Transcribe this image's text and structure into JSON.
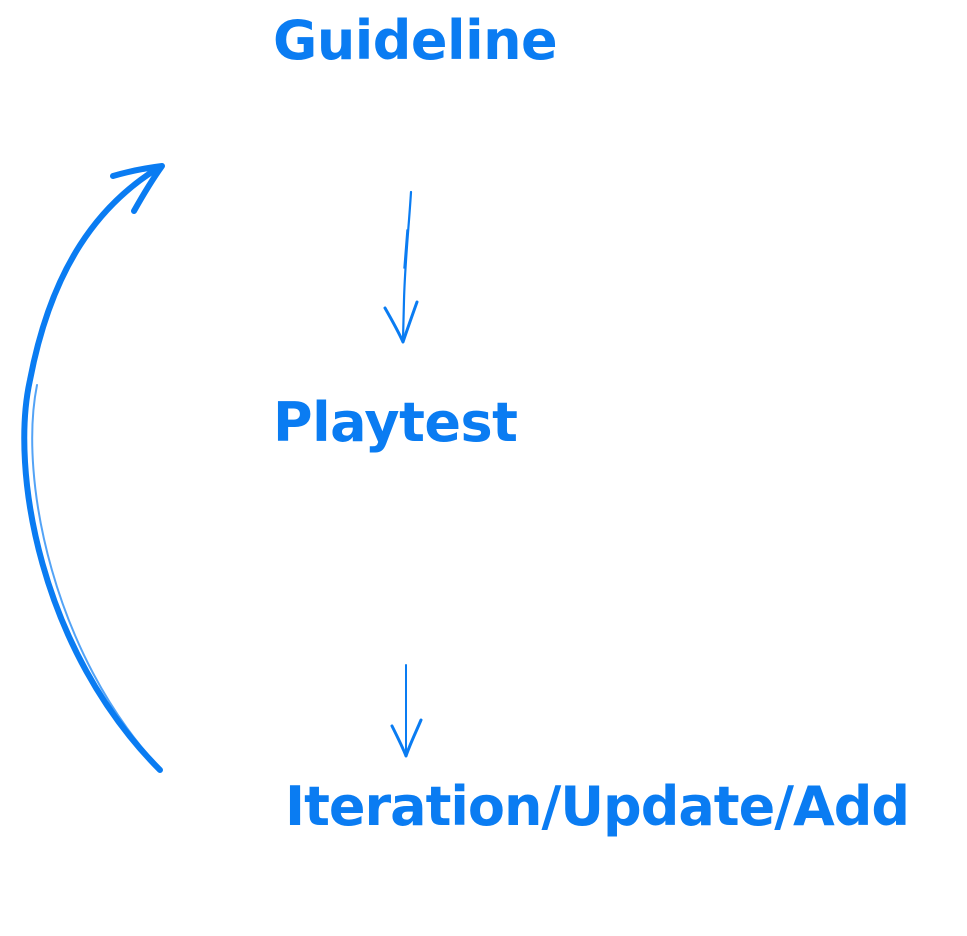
{
  "colors": {
    "accent": "#0a7cf2"
  },
  "steps": [
    {
      "label": "Guideline"
    },
    {
      "label": "Playtest"
    },
    {
      "label": "Iteration/Update/Add"
    }
  ]
}
